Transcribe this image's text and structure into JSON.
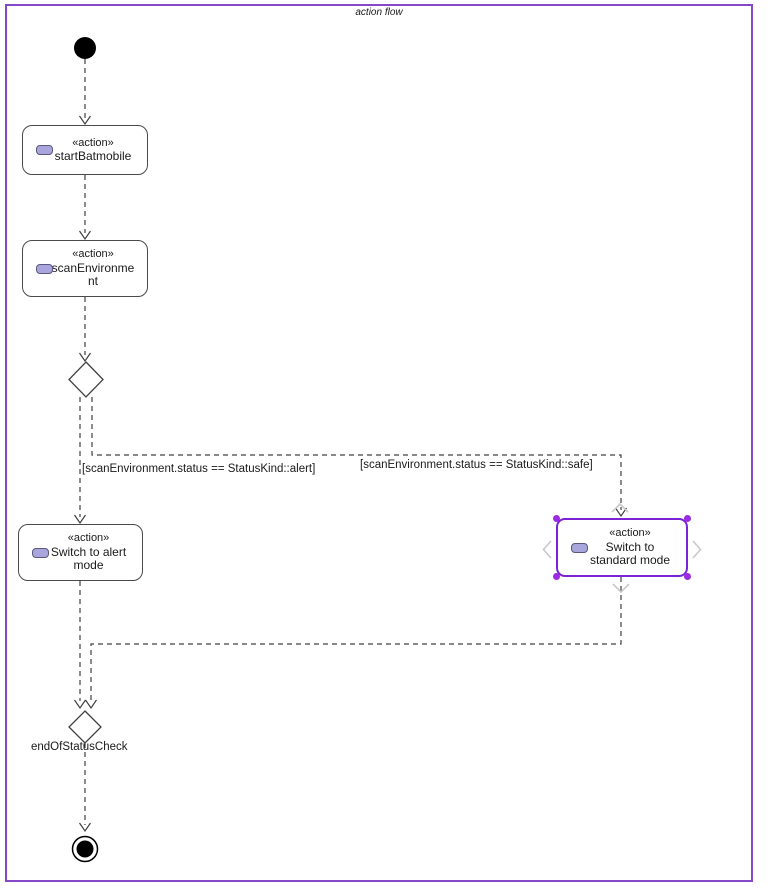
{
  "frame": {
    "title": "action flow"
  },
  "nodes": {
    "initial": {
      "type": "initial-node"
    },
    "startBatmobile": {
      "stereotype": "«action»",
      "name": "startBatmobile"
    },
    "scanEnvironment": {
      "stereotype": "«action»",
      "name": "scanEnvironment"
    },
    "decision": {
      "type": "decision-node"
    },
    "switchToAlertMode": {
      "stereotype": "«action»",
      "name": "Switch to alert mode"
    },
    "switchToStandardMode": {
      "stereotype": "«action»",
      "name": "Switch to standard mode",
      "selected": true
    },
    "merge": {
      "type": "merge-node",
      "name": "endOfStatusCheck"
    },
    "final": {
      "type": "activity-final-node"
    }
  },
  "edges": {
    "guard_alert": "[scanEnvironment.status == StatusKind::alert]",
    "guard_safe": "[scanEnvironment.status == StatusKind::safe]"
  },
  "colors": {
    "frame_border": "#8448c8",
    "selection": "#7c22d6",
    "selection_handle": "#9a2be2",
    "chevron": "#c9c9c9",
    "icon_fill": "#a9a5dd",
    "icon_border": "#5b577e",
    "edge": "#404040",
    "node_border": "#4a4a4a",
    "background": "#ffffff"
  }
}
